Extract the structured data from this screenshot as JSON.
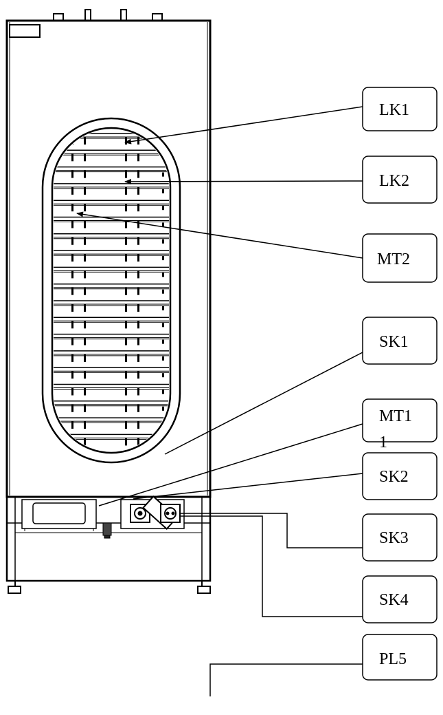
{
  "labels": {
    "lk1": "LK1",
    "lk2": "LK2",
    "mt2": "MT2",
    "sk1": "SK1",
    "mt11_line1": "MT1",
    "mt11_line2": "1",
    "sk2": "SK2",
    "sk3": "SK3",
    "sk4": "SK4",
    "pl5": "PL5"
  }
}
